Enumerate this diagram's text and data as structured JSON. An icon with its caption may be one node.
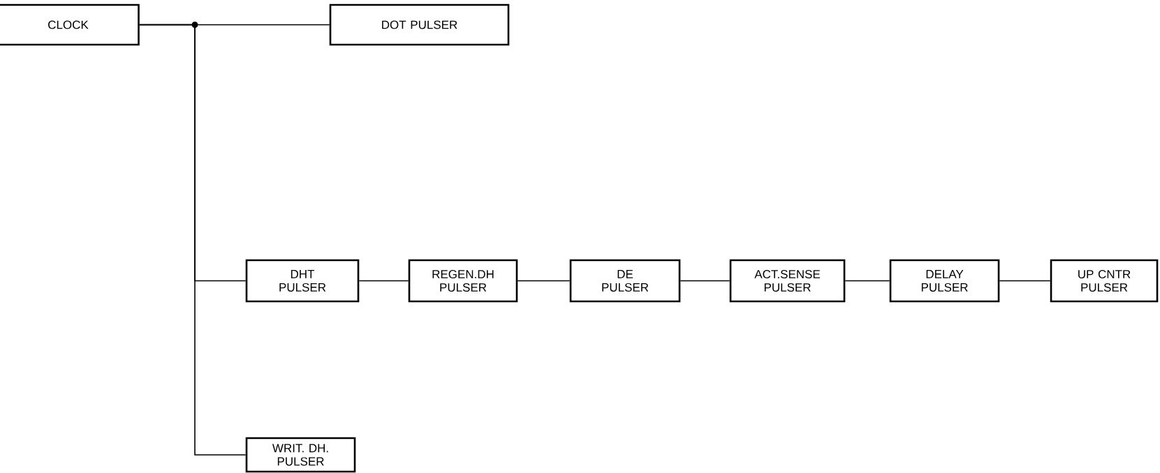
{
  "diagram": {
    "nodes": [
      {
        "text": [
          "CLOCK"
        ]
      },
      {
        "text": [
          "DOT PULSER"
        ]
      },
      {
        "text": [
          "DHT PULSER"
        ]
      },
      {
        "text": [
          "REGEN.DH PULSER"
        ]
      },
      {
        "text": [
          "DE PULSER"
        ]
      },
      {
        "text": [
          "ACT.SENSE PULSER"
        ]
      },
      {
        "text": [
          "DELAY PULSER"
        ]
      },
      {
        "text": [
          "UP CNTR PULSER"
        ]
      },
      {
        "text": [
          "WRIT. DH. PULSER"
        ]
      }
    ],
    "edges": [
      {
        "from": 0,
        "to": 1,
        "arrow": "none"
      },
      {
        "from": 0,
        "to": 2,
        "arrow": "none"
      },
      {
        "from": 0,
        "to": 8,
        "arrow": "none"
      },
      {
        "from": 2,
        "to": 3,
        "arrow": "none"
      },
      {
        "from": 3,
        "to": 4,
        "arrow": "none"
      },
      {
        "from": 4,
        "to": 5,
        "arrow": "none"
      },
      {
        "from": 5,
        "to": 6,
        "arrow": "none"
      },
      {
        "from": 6,
        "to": 7,
        "arrow": "none"
      }
    ]
  }
}
